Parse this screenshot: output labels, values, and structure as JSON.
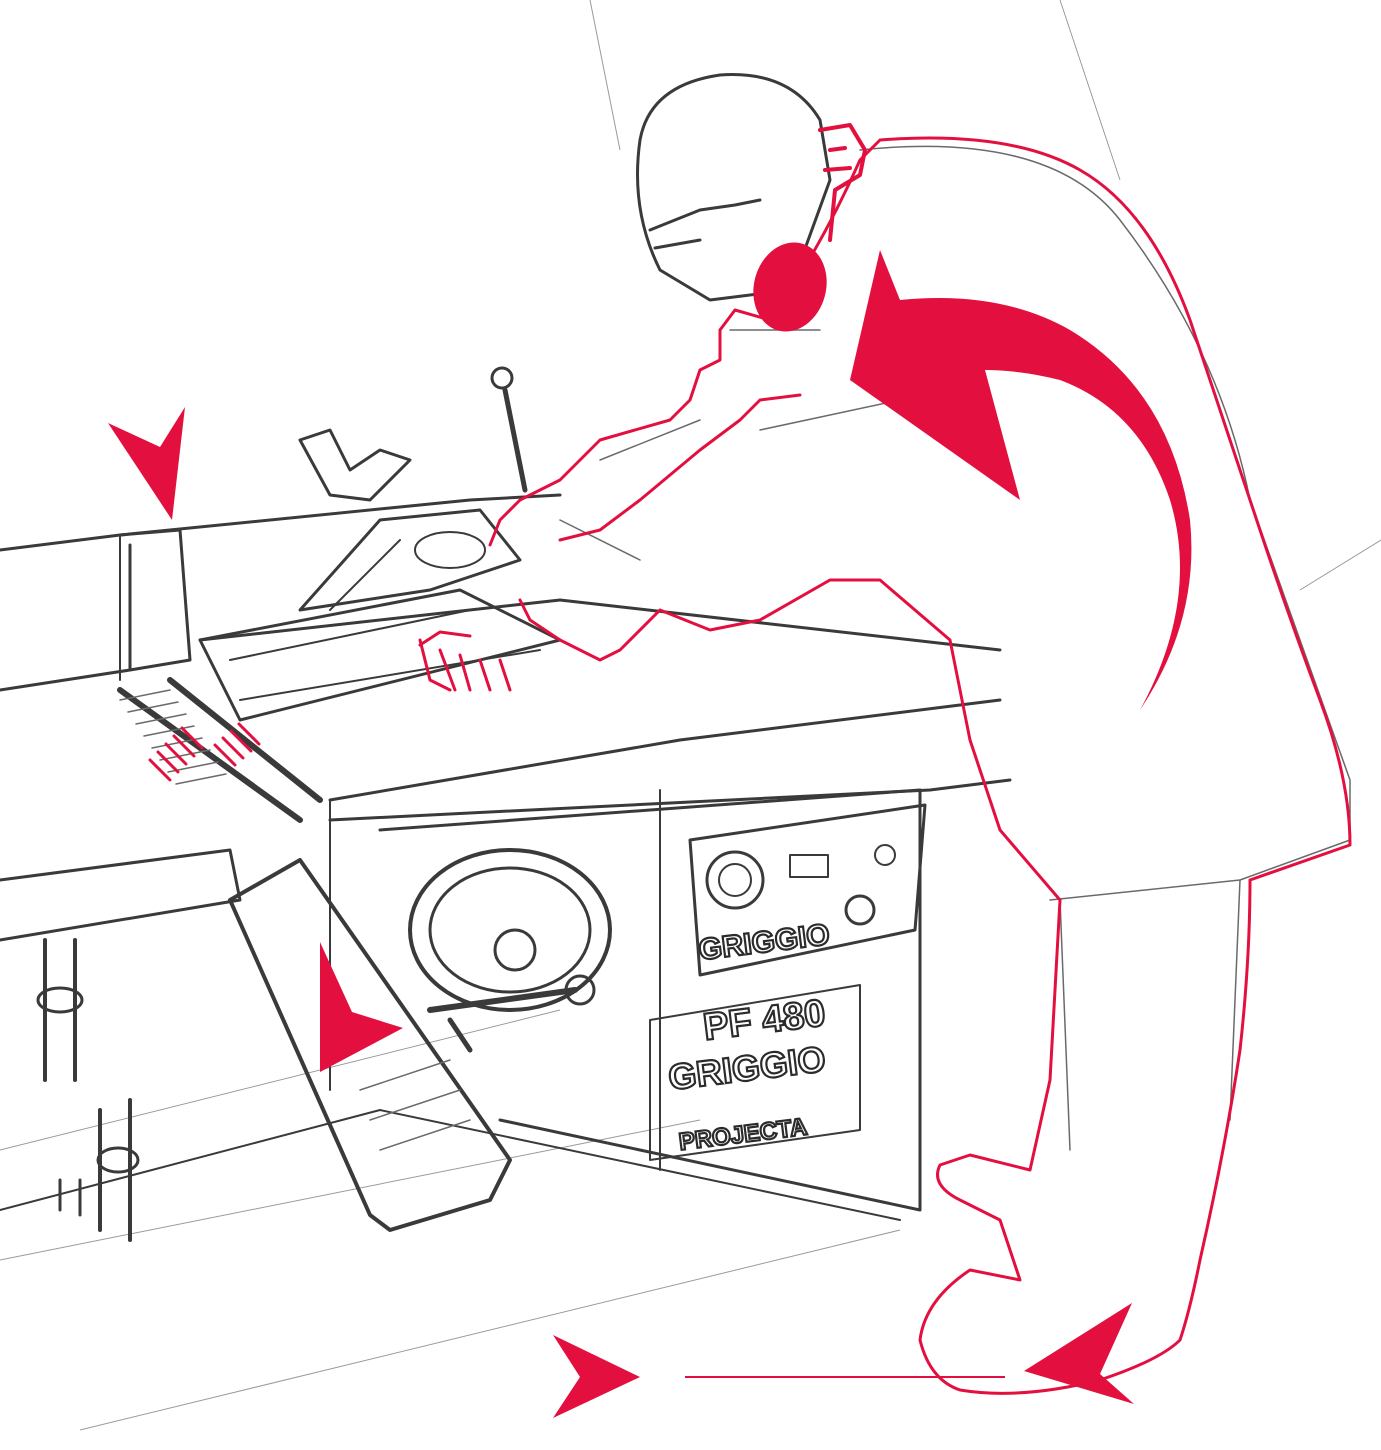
{
  "colors": {
    "accent": "#e3103f",
    "ink": "#3a3a3a",
    "paper": "#ffffff"
  },
  "machine": {
    "brand_upper": "GRIGGIO",
    "model": "PF 480",
    "brand_lower": "GRIGGIO",
    "plate_bottom": "PROJECTA"
  },
  "icons": {
    "body_rotation": "curved-arrow-icon",
    "marker": "triangle-pointer-icon"
  }
}
